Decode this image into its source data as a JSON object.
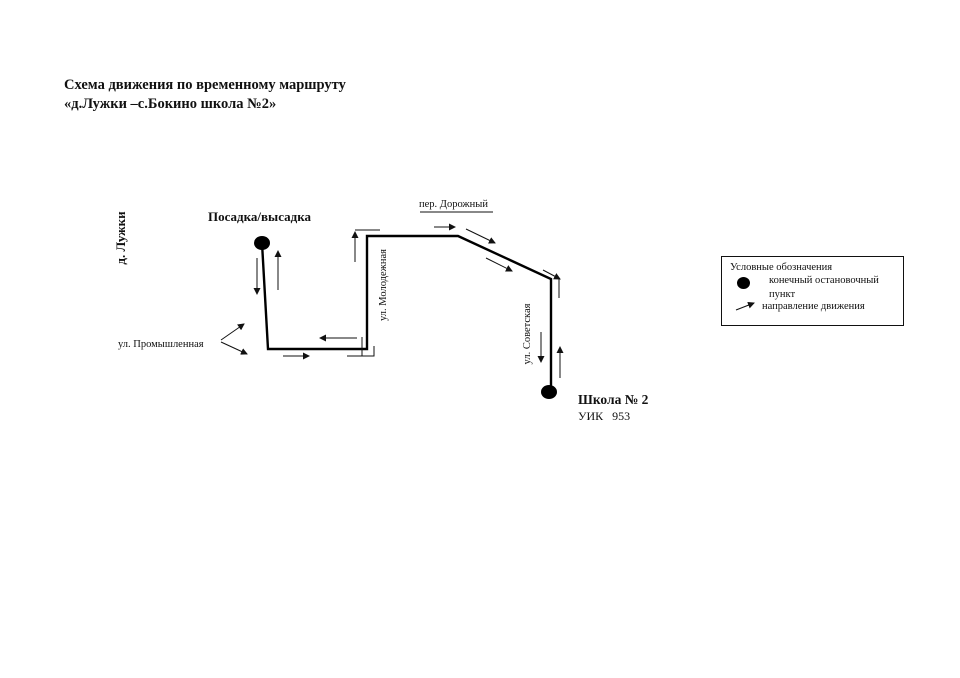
{
  "title": {
    "line1": "Схема движения по  временному маршруту",
    "line2": "«д.Лужки –с.Бокино школа №2»"
  },
  "labels": {
    "village": "д. Лужки",
    "boarding": "Посадка/высадка",
    "street_promyshlennaya": "ул. Промышленная",
    "street_molodezhnaya": "ул. Молодежная",
    "lane_dorozhny": "пер. Дорожный",
    "street_sovetskaya": "ул. Советская",
    "school": "Школа № 2",
    "polling_station": "УИК   953"
  },
  "legend": {
    "title": "Условные обозначения",
    "terminal_stop": "конечный остановочный пункт",
    "direction": "направление движения"
  },
  "colors": {
    "ink": "#111111",
    "route": "#000000",
    "background": "#ffffff"
  }
}
